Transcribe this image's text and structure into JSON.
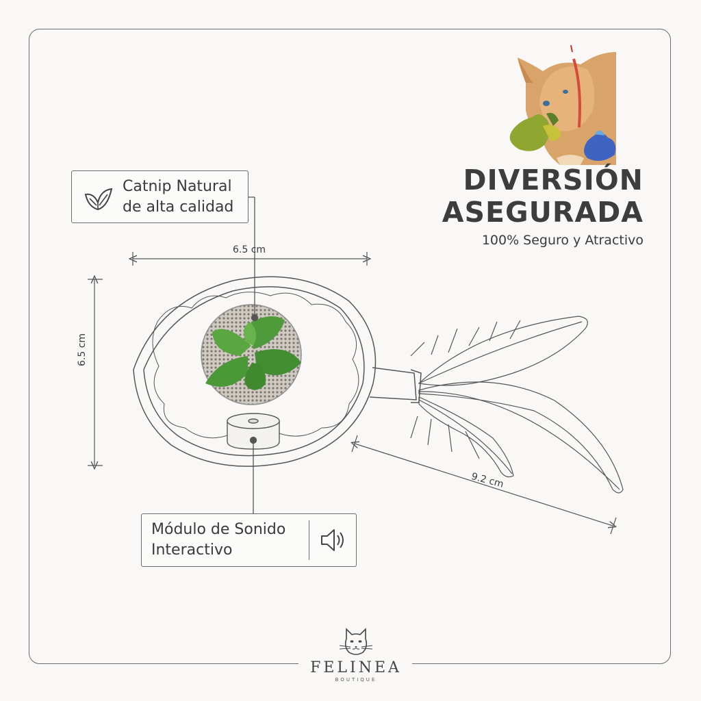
{
  "callouts": {
    "catnip": {
      "text": "Catnip Natural\nde alta calidad",
      "icon": "leaf-icon"
    },
    "sound": {
      "text": "Módulo de Sonido\nInteractivo",
      "icon": "speaker-icon"
    }
  },
  "headline": {
    "line1": "DIVERSIÓN",
    "line2": "ASEGURADA"
  },
  "subtitle": "100% Seguro y Atractivo",
  "dimensions": {
    "width": "6.5 cm",
    "height": "6.5 cm",
    "feather": "9.2 cm"
  },
  "brand": {
    "name": "FELINEA",
    "sub": "BOUTIQUE",
    "icon": "cat-face-icon"
  },
  "colors": {
    "line": "#6b6b6b",
    "text": "#3a3a3a",
    "mint": "#4f9a3a",
    "background": "#f9f8f6"
  }
}
